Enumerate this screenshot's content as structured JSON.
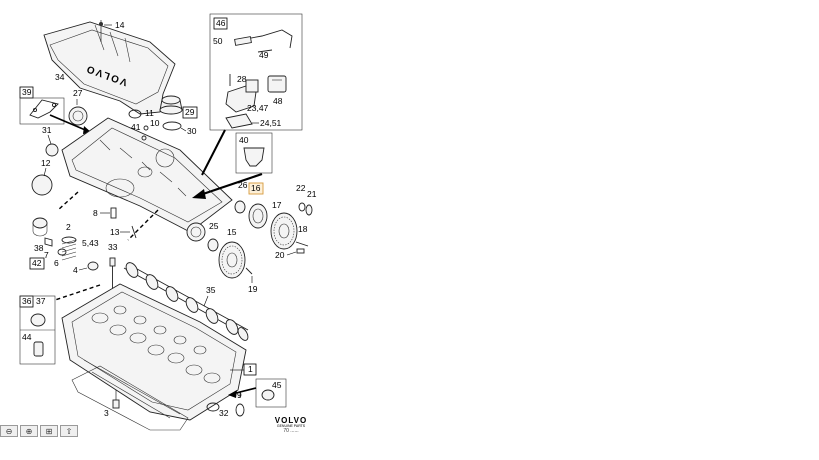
{
  "diagram": {
    "cover_text": "VOLVO",
    "part_numbers": {
      "p1": "1",
      "p2": "2",
      "p3": "3",
      "p4": "4",
      "p5_43": "5,43",
      "p6": "6",
      "p7": "7",
      "p8": "8",
      "p9": "9",
      "p10": "10",
      "p11": "11",
      "p12": "12",
      "p13": "13",
      "p14": "14",
      "p15": "15",
      "p16": "16",
      "p17": "17",
      "p18": "18",
      "p19": "19",
      "p20": "20",
      "p21": "21",
      "p22": "22",
      "p23_47": "23,47",
      "p24_51": "24,51",
      "p25": "25",
      "p26": "26",
      "p27": "27",
      "p28": "28",
      "p29": "29",
      "p30": "30",
      "p31": "31",
      "p32": "32",
      "p33": "33",
      "p34": "34",
      "p35": "35",
      "p36": "36",
      "p37": "37",
      "p38": "38",
      "p39": "39",
      "p40": "40",
      "p41": "41",
      "p42": "42",
      "p44": "44",
      "p45": "45",
      "p46": "46",
      "p48": "48",
      "p49": "49",
      "p50": "50"
    },
    "highlight_color": "#d69a3c"
  },
  "brand": {
    "name": "VOLVO",
    "tagline": "GENUINE PARTS",
    "code": "70 ......"
  },
  "toolbar": {
    "icons": [
      "zoom-out-icon",
      "zoom-in-icon",
      "fit-icon",
      "pan-up-icon"
    ],
    "glyphs": [
      "⊖",
      "⊕",
      "⊞",
      "⇧"
    ]
  }
}
